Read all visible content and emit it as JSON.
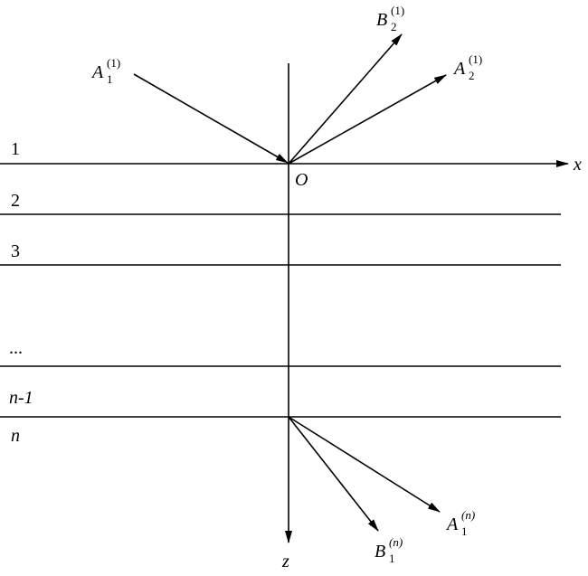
{
  "axes": {
    "x_label": "x",
    "z_label": "z",
    "origin_label": "O"
  },
  "layers": [
    "1",
    "2",
    "3",
    "...",
    "n-1",
    "n"
  ],
  "waves": {
    "A1_top": {
      "base": "A",
      "sub": "1",
      "sup": "(1)"
    },
    "B2_top": {
      "base": "B",
      "sub": "2",
      "sup": "(1)"
    },
    "A2_top": {
      "base": "A",
      "sub": "2",
      "sup": "(1)"
    },
    "A1_bottom": {
      "base": "A",
      "sub": "1",
      "sup": "(n)"
    },
    "B1_bottom": {
      "base": "B",
      "sub": "1",
      "sup": "(n)"
    }
  },
  "colors": {
    "ink": "#000000",
    "background": "#ffffff"
  }
}
